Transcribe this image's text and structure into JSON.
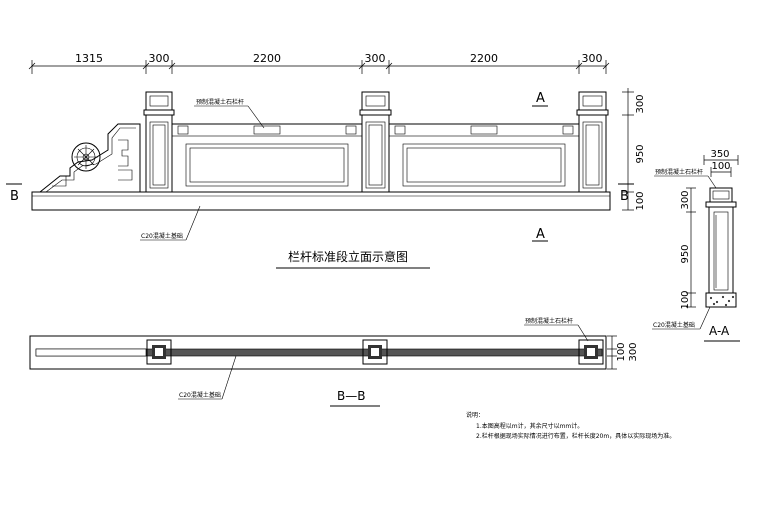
{
  "elevation": {
    "dims_top": [
      "1315",
      "300",
      "2200",
      "300",
      "2200",
      "300"
    ],
    "dims_right": [
      "300",
      "950",
      "100"
    ],
    "callout_rail": "预制混凝土石栏杆",
    "callout_base": "C20混凝土基础",
    "section_mark": "A",
    "section_b": "B",
    "title": "栏杆标准段立面示意图"
  },
  "section_aa": {
    "dims_top": [
      "350",
      "100"
    ],
    "dims_left": [
      "300",
      "950",
      "100"
    ],
    "callout_rail": "预制混凝土石栏杆",
    "callout_base": "C20混凝土基础",
    "title": "A-A"
  },
  "section_bb": {
    "dims_right": [
      "100",
      "300"
    ],
    "callout_rail": "预制混凝土石栏杆",
    "callout_base": "C20混凝土基础",
    "title": "B—B"
  },
  "notes": {
    "heading": "说明：",
    "line1": "1.本图高程以m计，其余尺寸以mm计。",
    "line2": "2.栏杆根据现场实际情况进行布置，栏杆长度20m，具体以实际现场为准。"
  }
}
